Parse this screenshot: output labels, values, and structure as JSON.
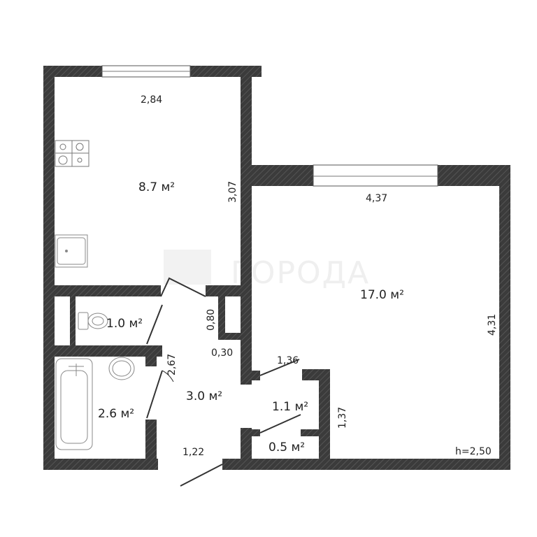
{
  "floorplan": {
    "colors": {
      "wall": "#3b3b3b",
      "wall_hatch": "#555555",
      "background": "#ffffff",
      "text": "#222222",
      "watermark": "#efefef"
    },
    "watermark": "ГОРОДА",
    "ceiling_height": "h=2,50",
    "rooms": [
      {
        "id": "kitchen",
        "area": "8.7 м²",
        "width": "2,84",
        "length": "3,07",
        "fixtures": [
          "stove-icon",
          "sink-icon"
        ]
      },
      {
        "id": "living-room",
        "area": "17.0 м²",
        "width": "4,37",
        "length": "4,31"
      },
      {
        "id": "toilet",
        "area": "1.0 м²",
        "fixtures": [
          "toilet-icon"
        ]
      },
      {
        "id": "bathroom",
        "area": "2.6 м²",
        "fixtures": [
          "bathtub-icon",
          "washbasin-icon"
        ]
      },
      {
        "id": "hallway",
        "area": "3.0 м²",
        "length": "2,67",
        "width": "1,22"
      },
      {
        "id": "closet",
        "area": "1.1 м²",
        "width": "1,36",
        "length": "1,37"
      },
      {
        "id": "storage",
        "area": "0.5 м²"
      }
    ],
    "niche": {
      "depth": "0,80",
      "width": "0,30"
    }
  }
}
